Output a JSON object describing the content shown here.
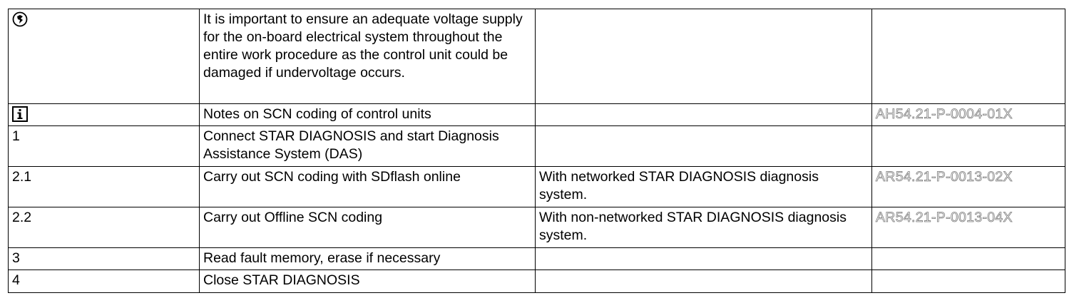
{
  "rows": [
    {
      "step": "",
      "icon": "warning-esd-icon",
      "operation": "It is important to ensure an adequate voltage supply for the on-board electrical system throughout the entire work procedure as the control unit could be damaged if undervoltage occurs.",
      "condition": "",
      "reference": ""
    },
    {
      "step": "",
      "icon": "info-icon",
      "operation": "Notes on SCN coding of control units",
      "condition": "",
      "reference": "AH54.21-P-0004-01X"
    },
    {
      "step": "1",
      "operation": "Connect STAR DIAGNOSIS and start Diagnosis Assistance System (DAS)",
      "condition": "",
      "reference": ""
    },
    {
      "step": "2.1",
      "operation": "Carry out SCN coding with SDflash online",
      "condition": "With networked STAR DIAGNOSIS diagnosis system.",
      "reference": "AR54.21-P-0013-02X"
    },
    {
      "step": "2.2",
      "operation": "Carry out Offline SCN coding",
      "condition": "With non-networked STAR DIAGNOSIS diagnosis system.",
      "reference": "AR54.21-P-0013-04X"
    },
    {
      "step": "3",
      "operation": "Read fault memory, erase if necessary",
      "condition": "",
      "reference": ""
    },
    {
      "step": "4",
      "operation": "Close STAR DIAGNOSIS",
      "condition": "",
      "reference": ""
    }
  ]
}
